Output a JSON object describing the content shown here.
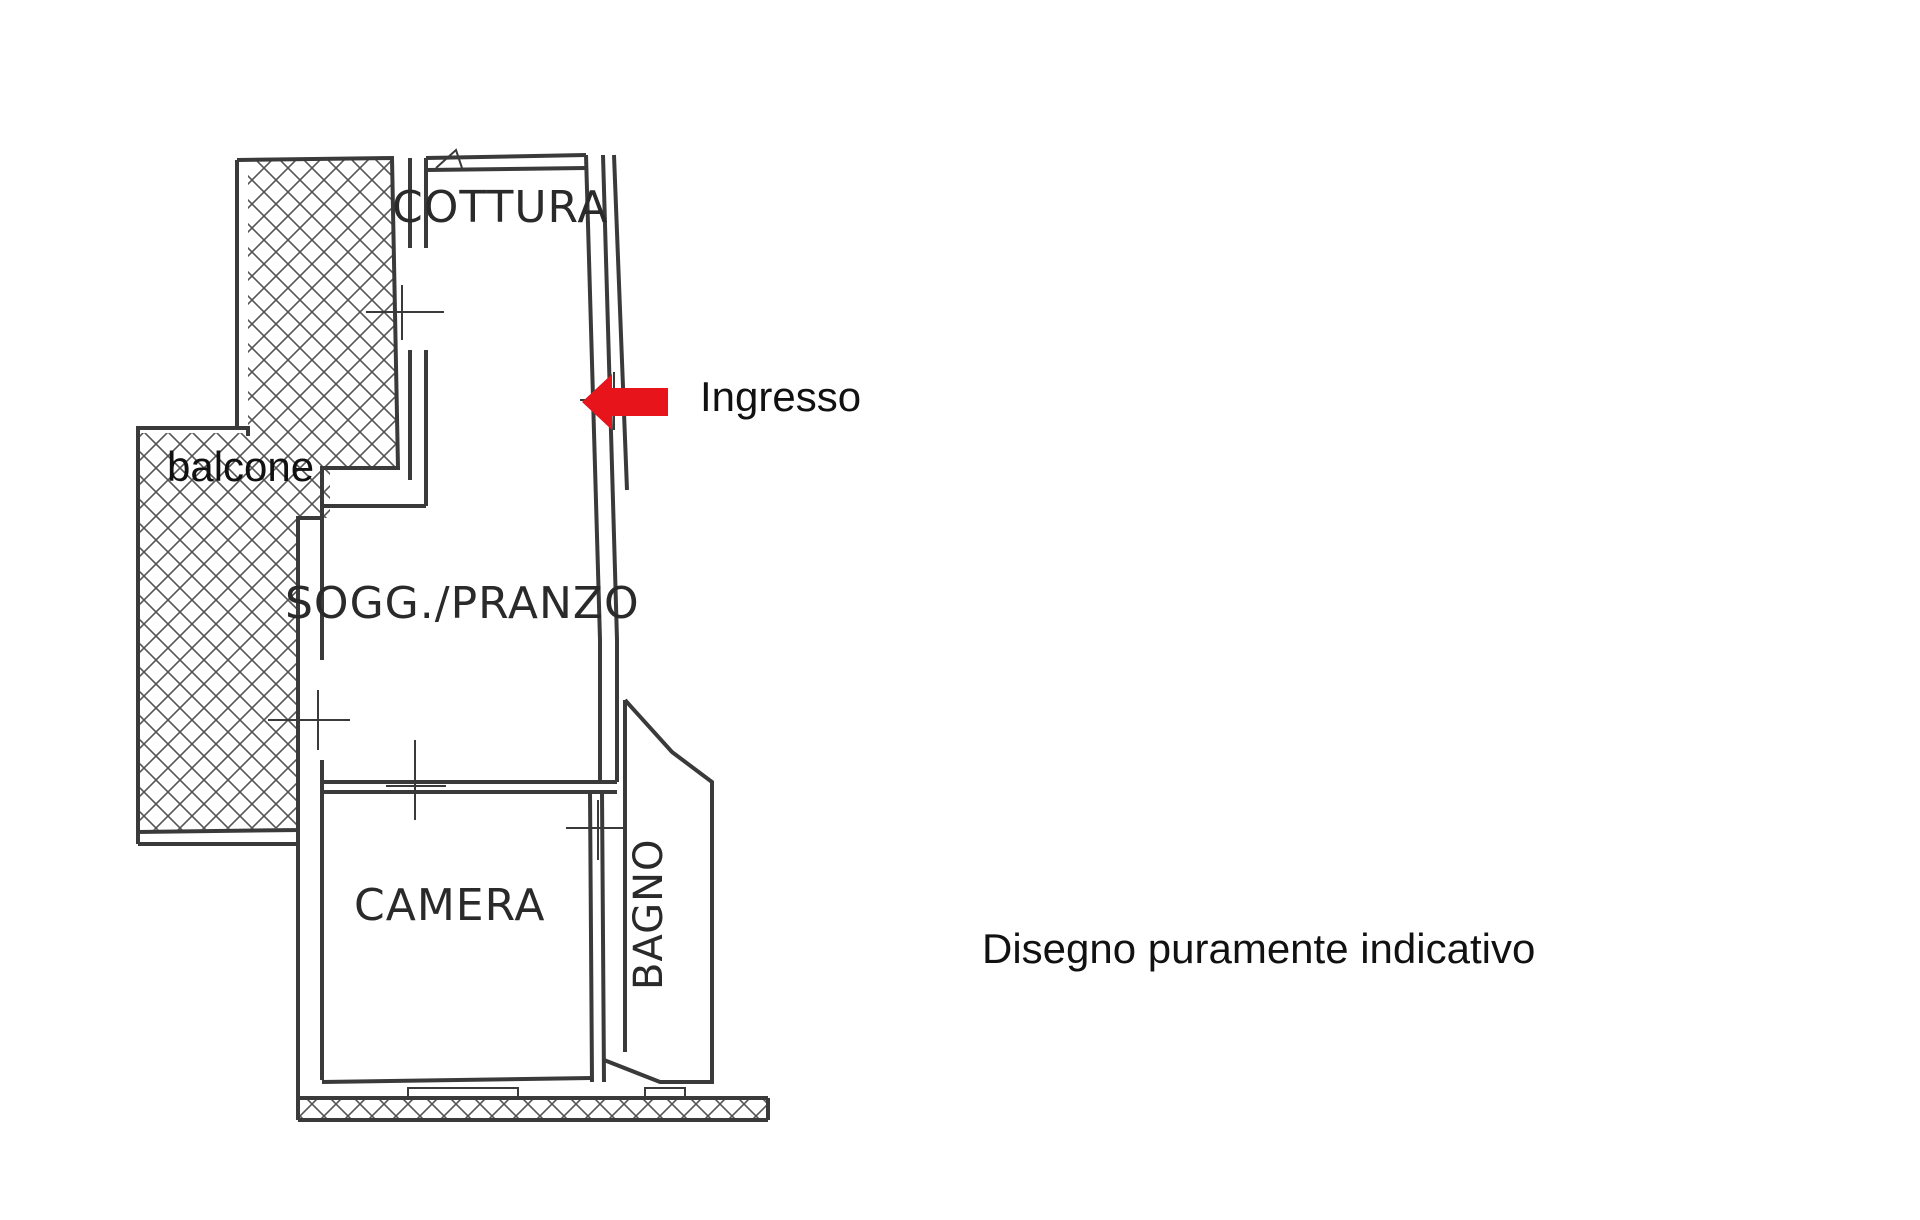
{
  "rooms": {
    "cottura": "COTTURA",
    "soggiorno": "SOGG./PRANZO",
    "camera": "CAMERA",
    "bagno": "BAGNO"
  },
  "annotations": {
    "entrance": "Ingresso",
    "balcony": "balcone",
    "disclaimer": "Disegno puramente indicativo"
  },
  "colors": {
    "arrow": "#e8141c",
    "walls": "#3a3a3a",
    "hatch": "#555555"
  },
  "icons": {
    "entrance_arrow": "arrow-left-icon"
  }
}
